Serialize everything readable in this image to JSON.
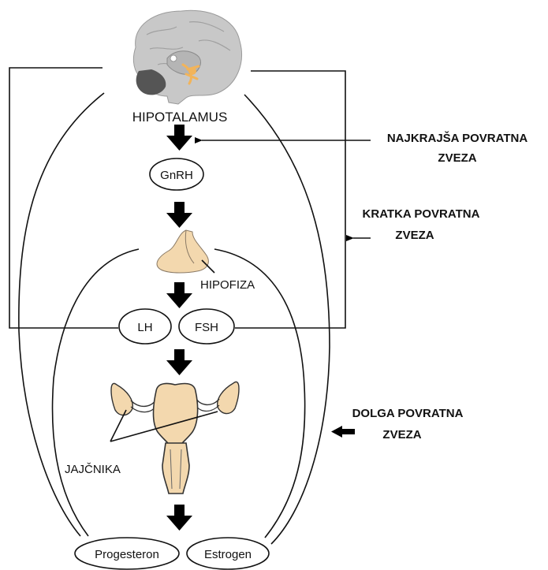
{
  "labels": {
    "hypothalamus": "HIPOTALAMUS",
    "gnrh": "GnRH",
    "pituitary": "HIPOFIZA",
    "lh": "LH",
    "fsh": "FSH",
    "ovaries": "JAJČNIKA",
    "progesterone": "Progesteron",
    "estrogen": "Estrogen"
  },
  "feedback": {
    "ultrashort_line1": "NAJKRAJŠA POVRATNA",
    "ultrashort_line2": "ZVEZA",
    "short_line1": "KRATKA POVRATNA",
    "short_line2": "ZVEZA",
    "long_line1": "DOLGA POVRATNA",
    "long_line2": "ZVEZA"
  },
  "colors": {
    "brain": "#c8c8c8",
    "cerebellum": "#555555",
    "hypothalamus_highlight": "#f2b45a",
    "pituitary": "#f3d8ae",
    "uterus": "#f3d8ae",
    "arrow": "#000000"
  }
}
